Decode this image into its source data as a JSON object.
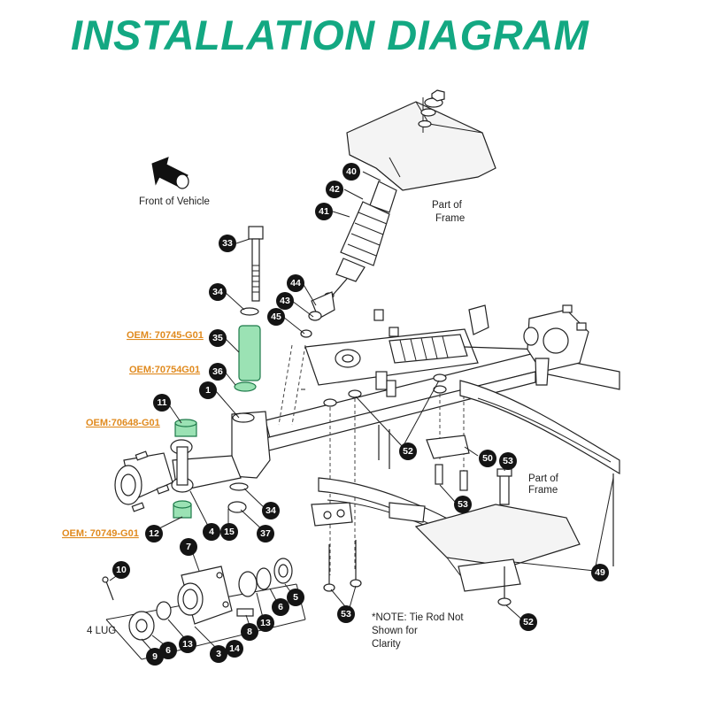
{
  "title": "INSTALLATION DIAGRAM",
  "labels": {
    "front_of_vehicle": "Front of Vehicle",
    "part_of_frame": [
      "Part of",
      "Frame"
    ],
    "lug": "4 LUG",
    "note": [
      "*NOTE: Tie Rod Not",
      "Shown for",
      "Clarity"
    ]
  },
  "oem_labels": [
    "OEM: 70745-G01",
    "OEM:70754G01",
    "OEM:70648-G01",
    "OEM: 70749-G01"
  ],
  "callouts": [
    "40",
    "42",
    "41",
    "33",
    "34",
    "44",
    "43",
    "45",
    "35",
    "36",
    "1",
    "11",
    "52",
    "50",
    "53",
    "53",
    "12",
    "4",
    "15",
    "34",
    "37",
    "7",
    "10",
    "13",
    "6",
    "5",
    "8",
    "13",
    "3",
    "14",
    "9",
    "6",
    "53",
    "49",
    "52"
  ],
  "colors": {
    "title": "#13a882",
    "oem": "#e08a1e",
    "highlight": "#9be2b4",
    "callout": "#141414"
  }
}
